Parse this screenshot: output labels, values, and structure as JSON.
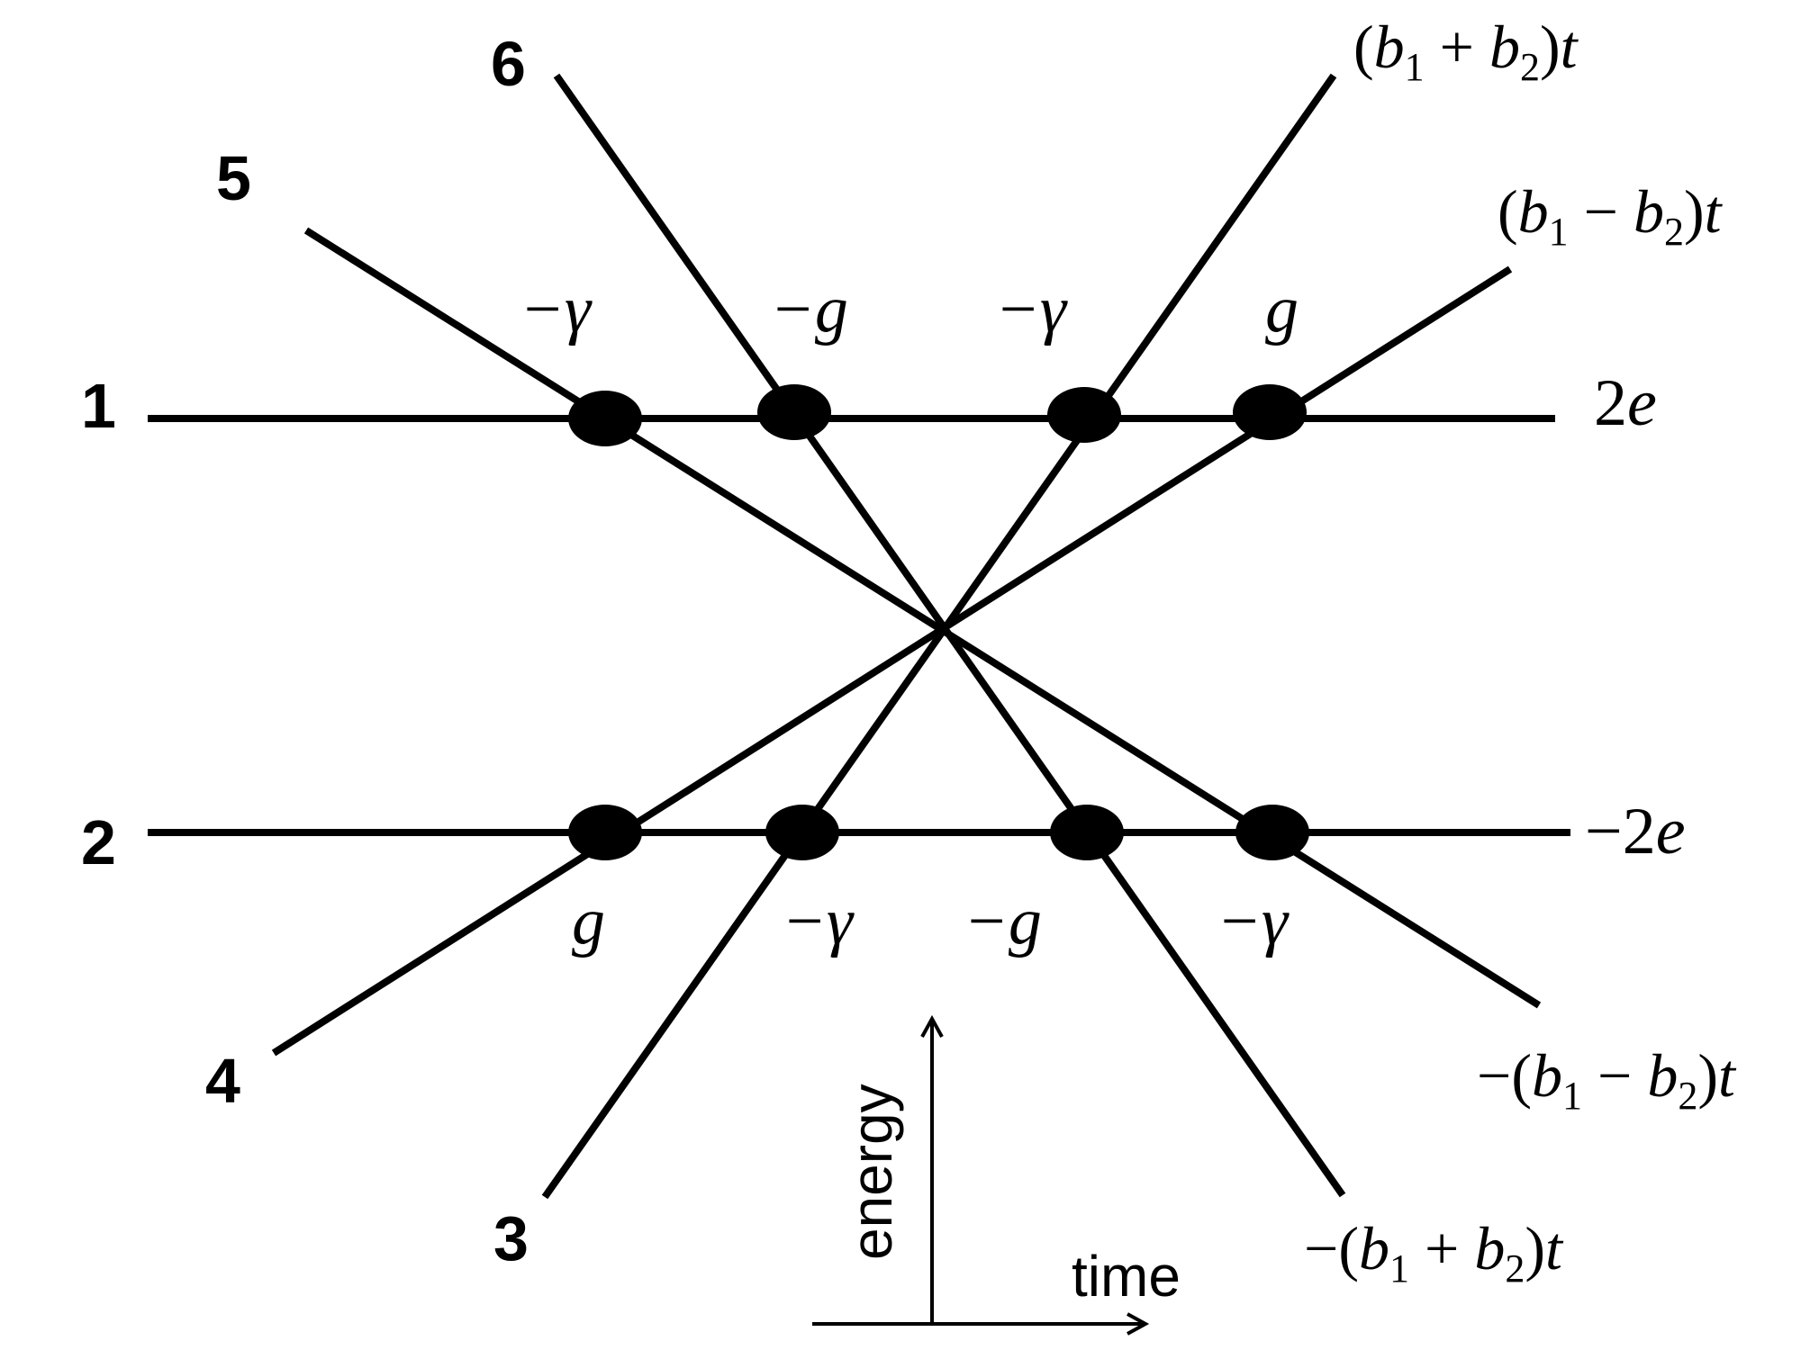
{
  "levels": {
    "1": "1",
    "2": "2",
    "3": "3",
    "4": "4",
    "5": "5",
    "6": "6"
  },
  "asymptote_labels": {
    "level1": {
      "prefix": "2",
      "var": "e"
    },
    "level2": {
      "prefix": "−2",
      "var": "e"
    },
    "level6": {
      "open": "(",
      "b": "b",
      "sub1": "1",
      "op": " + ",
      "sub2": "2",
      "close": ")",
      "t": "t"
    },
    "level5": {
      "open": "(",
      "b": "b",
      "sub1": "1",
      "op": " − ",
      "sub2": "2",
      "close": ")",
      "t": "t"
    },
    "level4": {
      "open": "−(",
      "b": "b",
      "sub1": "1",
      "op": " − ",
      "sub2": "2",
      "close": ")",
      "t": "t"
    },
    "level3": {
      "open": "−(",
      "b": "b",
      "sub1": "1",
      "op": " + ",
      "sub2": "2",
      "close": ")",
      "t": "t"
    }
  },
  "couplings_top": [
    "−γ",
    "−g",
    "−γ",
    "g"
  ],
  "couplings_bottom": [
    "g",
    "−γ",
    "−g",
    "−γ"
  ],
  "axes": {
    "y_label": "energy",
    "x_label": "time"
  }
}
